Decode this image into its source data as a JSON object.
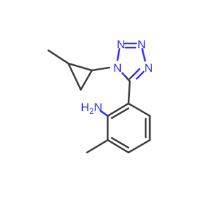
{
  "molecule": {
    "atoms": {
      "tetrazole_n1": {
        "symbol": "N"
      },
      "tetrazole_n2": {
        "symbol": "N"
      },
      "tetrazole_n3": {
        "symbol": "N"
      },
      "tetrazole_n4": {
        "symbol": "N"
      },
      "amine": {
        "symbol": "H2N"
      }
    }
  },
  "colors": {
    "carbon_bond": "#404040",
    "nitrogen": "#3333ff",
    "background": "#ffffff"
  }
}
